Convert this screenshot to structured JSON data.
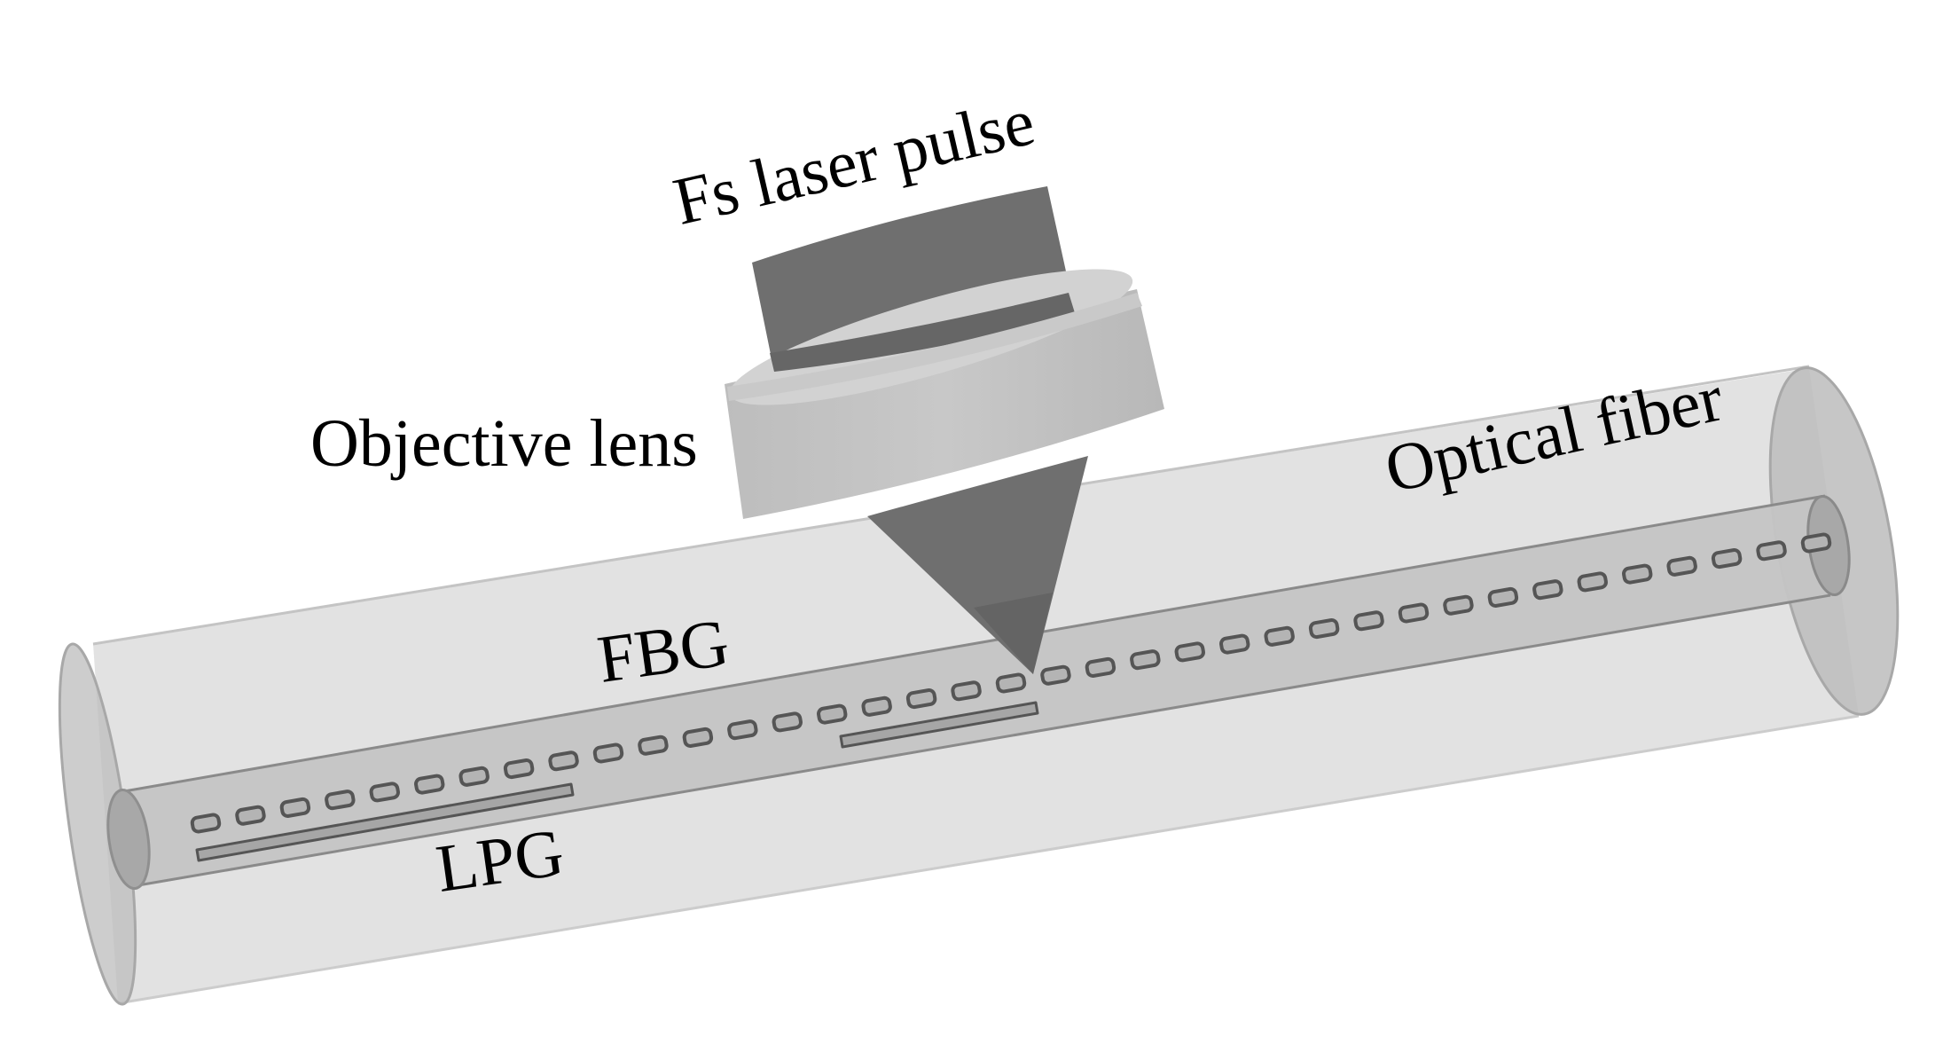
{
  "figure": {
    "type": "schematic",
    "subject": "Femtosecond laser inscription of gratings in an optical fiber"
  },
  "labels": {
    "laser": "Fs laser pulse",
    "lens": "Objective lens",
    "fiber": "Optical fiber",
    "fbg": "FBG",
    "lpg": "LPG"
  },
  "grating": {
    "fbg_marks_count": 37,
    "lpg_bars_count": 2
  },
  "colors": {
    "background": "#ffffff",
    "cladding": "#e2e2e2",
    "cladding_edge": "#b4b4b4",
    "cladding_end": "#bcbcbc",
    "core": "#c4c4c4",
    "core_edge": "#8a8a8a",
    "core_end": "#a8a8a8",
    "laser_beam": "#6f6f6f",
    "lens_side": "#c2c2c2",
    "lens_top": "#d6d6d6",
    "mark_fill": "#b4b4b4",
    "mark_edge": "#555555",
    "text": "#000000"
  }
}
